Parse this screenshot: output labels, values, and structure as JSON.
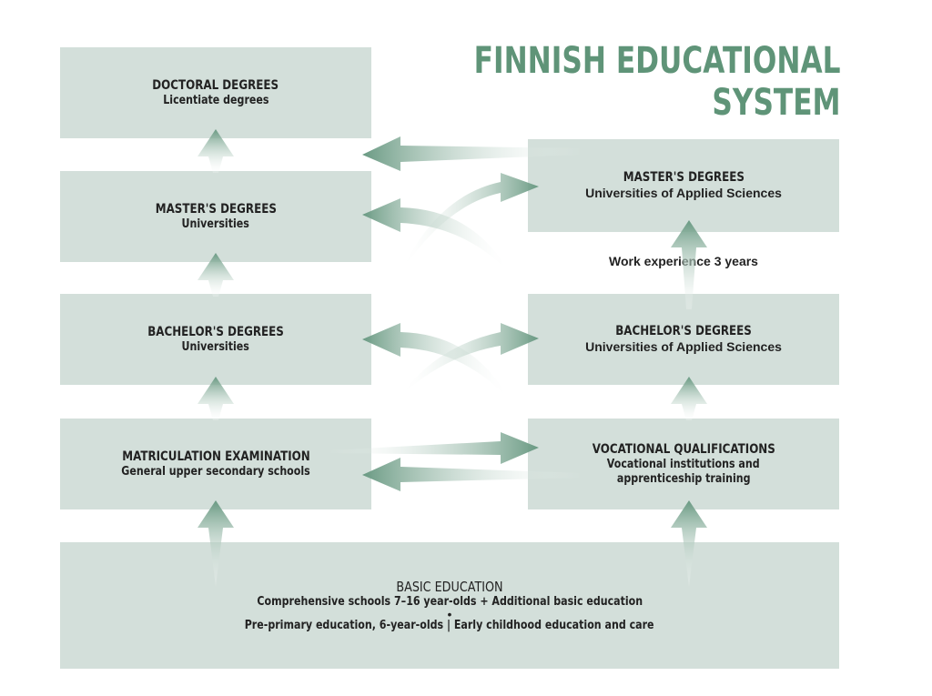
{
  "title": {
    "line1": "FINNISH EDUCATIONAL",
    "line2": "SYSTEM"
  },
  "left_column": {
    "doctoral": {
      "heading": "DOCTORAL DEGREES",
      "sub": "Licentiate degrees"
    },
    "masters": {
      "heading": "MASTER'S DEGREES",
      "sub": "Universities"
    },
    "bachelors": {
      "heading": "BACHELOR'S DEGREES",
      "sub": "Universities"
    },
    "matriculation": {
      "heading": "MATRICULATION EXAMINATION",
      "sub": "General upper secondary schools"
    }
  },
  "right_column": {
    "masters": {
      "heading": "MASTER'S DEGREES",
      "sub": "Universities of Applied Sciences"
    },
    "work_experience": "Work experience 3 years",
    "bachelors": {
      "heading": "BACHELOR'S DEGREES",
      "sub": "Universities of Applied Sciences"
    },
    "vocational": {
      "heading": "VOCATIONAL QUALIFICATIONS",
      "sub1": "Vocational institutions and",
      "sub2": "apprenticeship training"
    }
  },
  "basic": {
    "heading": "BASIC EDUCATION",
    "line1": "Comprehensive schools 7–16 year-olds + Additional basic education",
    "bullet": "•",
    "line2": "Pre-primary education, 6-year-olds  |  Early childhood education and care"
  },
  "colors": {
    "box": "#d3dfda",
    "arrow": "#6a9a83",
    "title": "#5f9478"
  }
}
